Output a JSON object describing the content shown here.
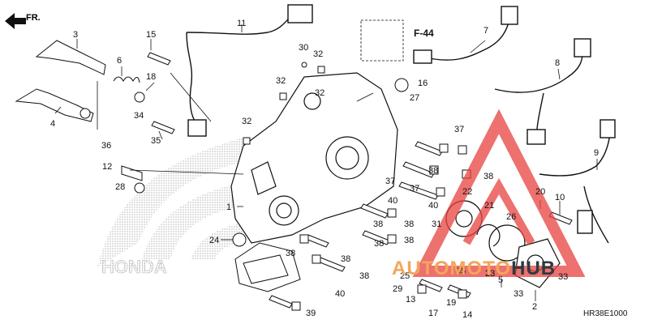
{
  "direction": {
    "text": "FR.",
    "icon": "arrow-left-icon"
  },
  "reference": {
    "text": "F-44"
  },
  "diagram_code": "HR38E1000",
  "watermark": {
    "part1": "AUTOMOTO",
    "part2": "HUB",
    "accent": "#e8423e"
  },
  "honda_logo_text": "HONDA",
  "callouts": [
    "1",
    "2",
    "3",
    "4",
    "5",
    "6",
    "7",
    "8",
    "9",
    "10",
    "11",
    "12",
    "13",
    "14",
    "15",
    "16",
    "17",
    "18",
    "19",
    "20",
    "21",
    "22",
    "23",
    "24",
    "25",
    "26",
    "27",
    "28",
    "29",
    "30",
    "31",
    "32",
    "32",
    "32",
    "32",
    "33",
    "34",
    "35",
    "35",
    "36",
    "37",
    "37",
    "38",
    "38",
    "38",
    "38",
    "38",
    "38",
    "38",
    "38",
    "38",
    "39",
    "40",
    "40",
    "40"
  ],
  "colors": {
    "line": "#111111",
    "logo_dots": "#b8b8b8",
    "watermark_red": "#e8423e",
    "watermark_orange": "#f2a65a",
    "watermark_dark": "#2b3a42"
  }
}
